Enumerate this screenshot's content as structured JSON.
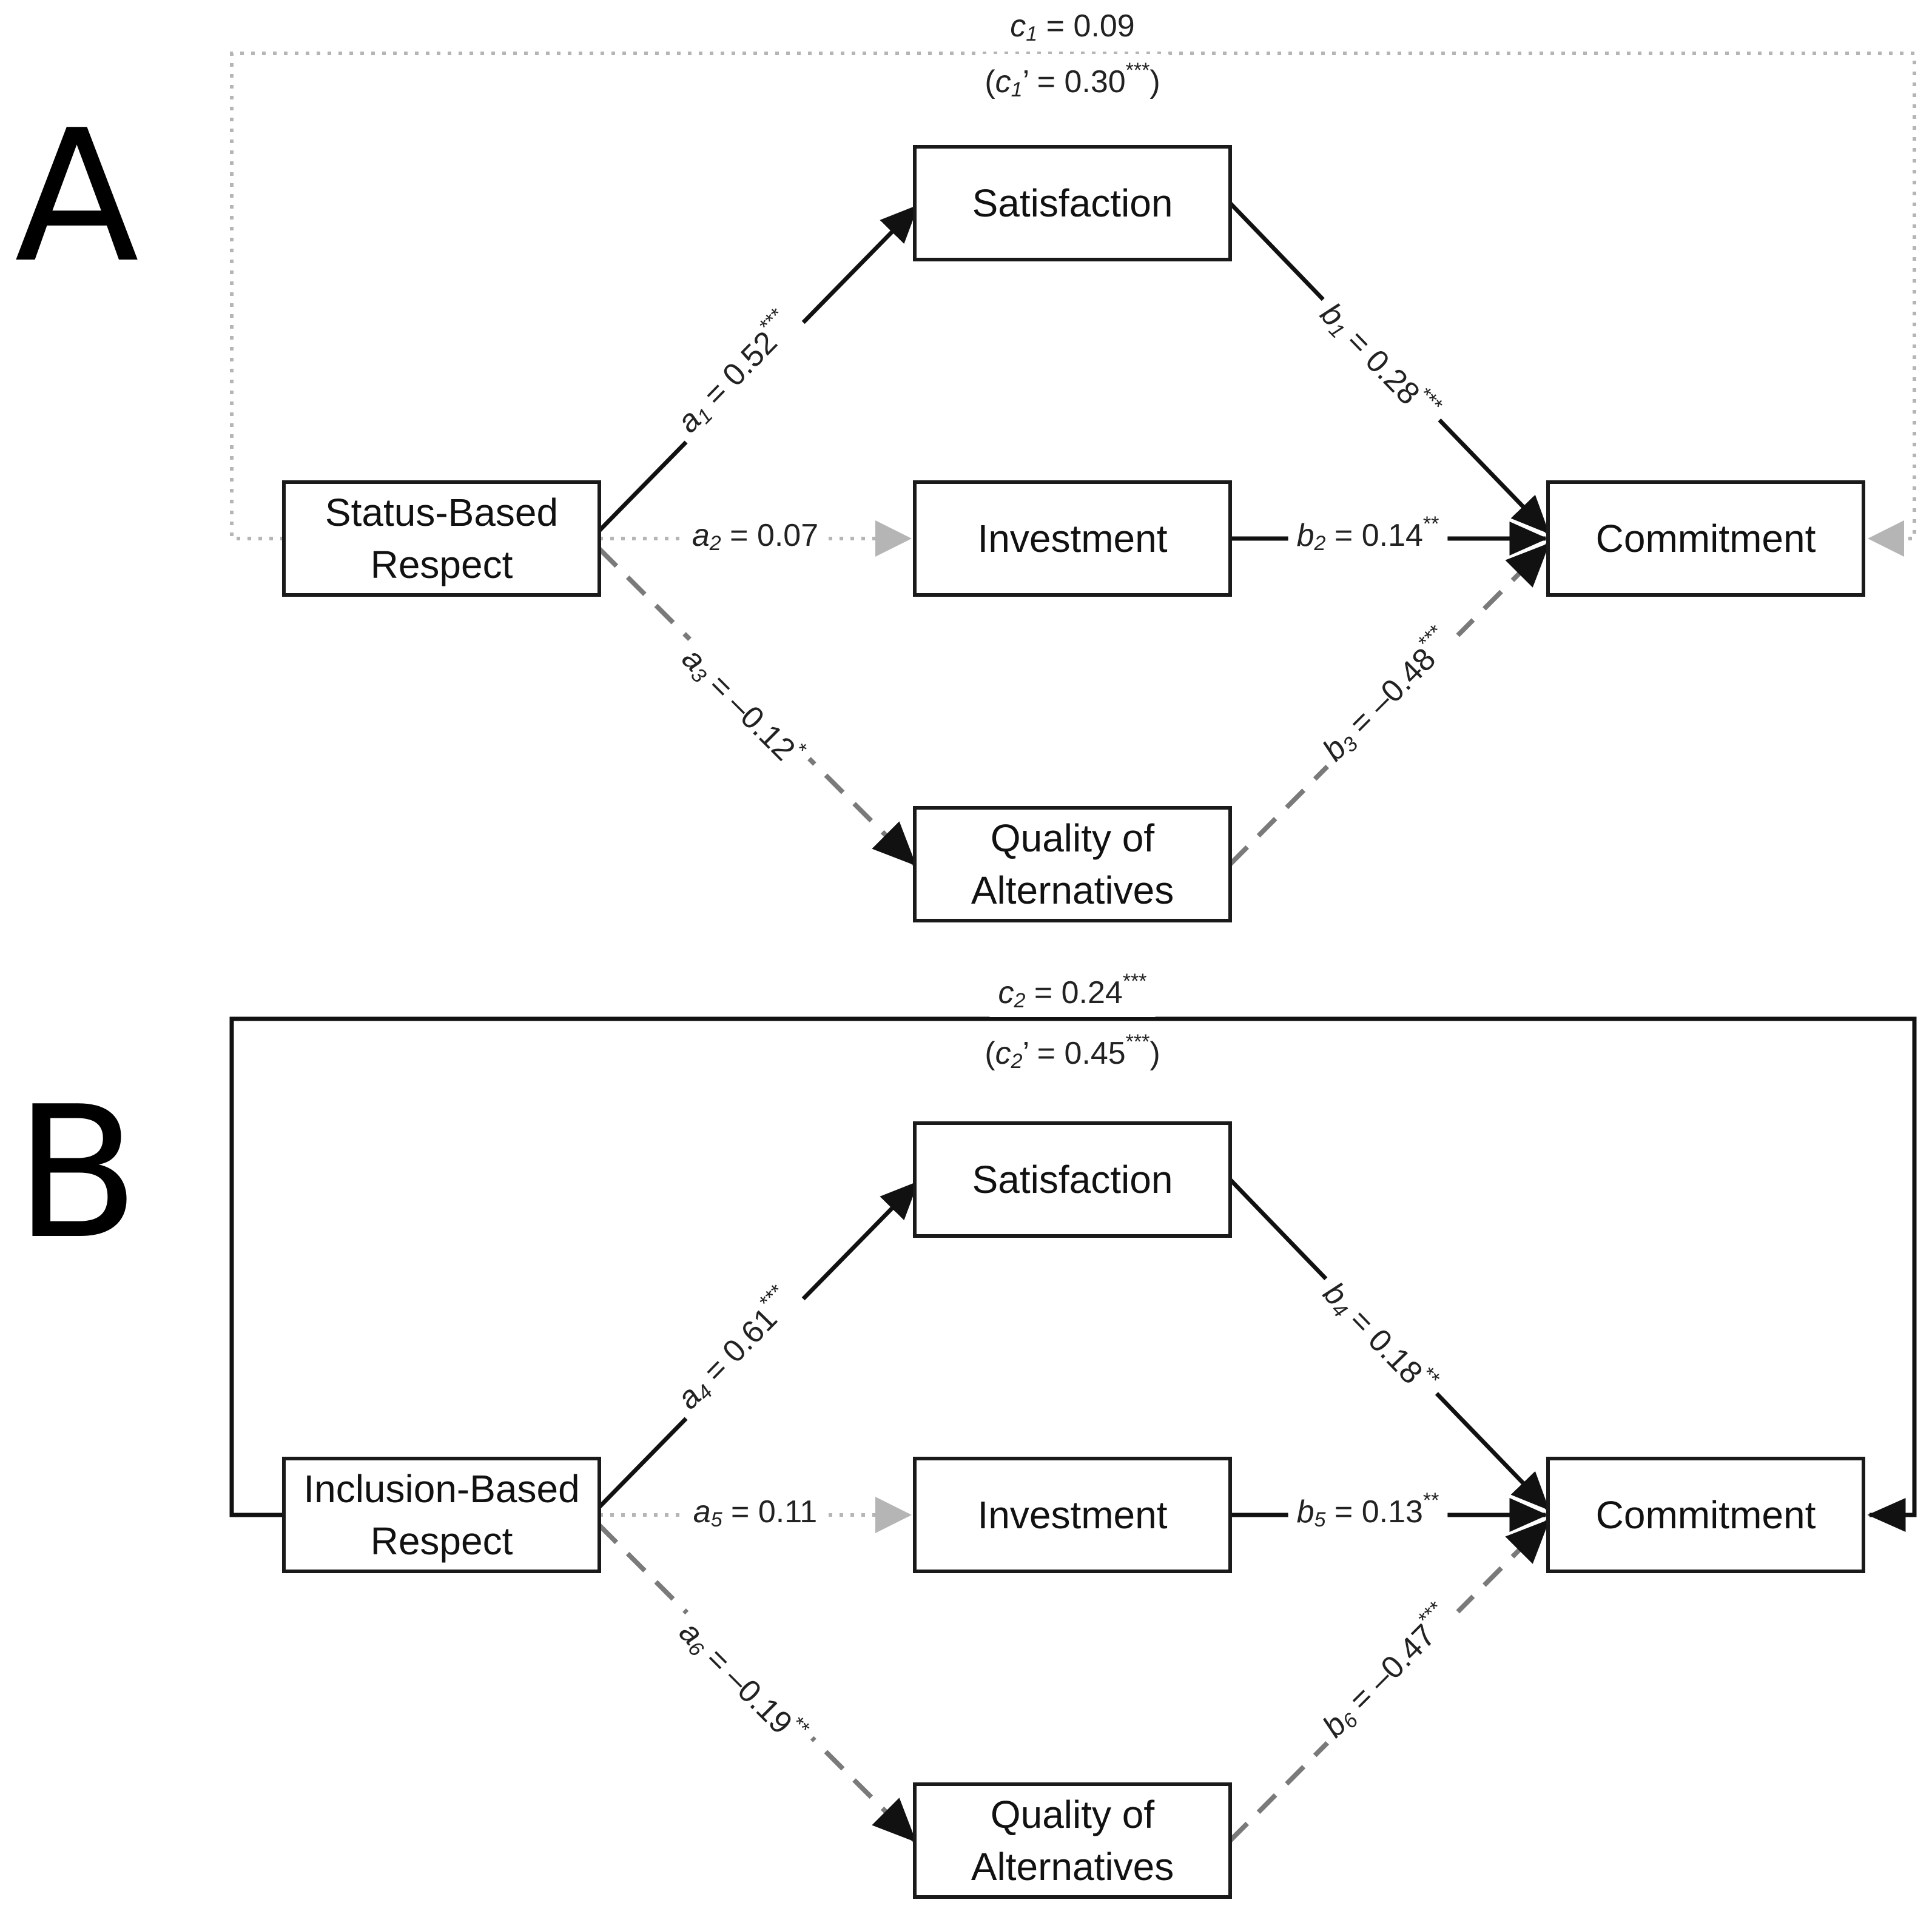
{
  "panels": {
    "A": {
      "letter": "A",
      "nodes": {
        "predictor": [
          "Status-Based",
          "Respect"
        ],
        "satisfaction": [
          "Satisfaction"
        ],
        "investment": [
          "Investment"
        ],
        "alternatives": [
          "Quality of",
          "Alternatives"
        ],
        "commitment": [
          "Commitment"
        ]
      },
      "paths": {
        "a_top": {
          "var": "a",
          "sub": "1",
          "op": " = ",
          "val": "0.52",
          "stars": "***"
        },
        "a_mid": {
          "var": "a",
          "sub": "2",
          "op": " = ",
          "val": "0.07",
          "stars": ""
        },
        "a_bot": {
          "var": "a",
          "sub": "3",
          "op": " = ",
          "val": "–0.12",
          "stars": "*"
        },
        "b_top": {
          "var": "b",
          "sub": "1",
          "op": " = ",
          "val": "0.28",
          "stars": "***"
        },
        "b_mid": {
          "var": "b",
          "sub": "2",
          "op": " = ",
          "val": "0.14",
          "stars": "**"
        },
        "b_bot": {
          "var": "b",
          "sub": "3",
          "op": " = ",
          "val": "–0.48",
          "stars": "***"
        },
        "c": {
          "var": "c",
          "sub": "1",
          "op": " = ",
          "val": "0.09",
          "stars": ""
        },
        "c_prime": {
          "open": "(",
          "var": "c",
          "sub": "1",
          "prime": "’",
          "op": " = ",
          "val": "0.30",
          "stars": "***",
          "close": ")"
        }
      },
      "styles": {
        "a_top": "solid",
        "a_mid": "dotted",
        "a_bot": "dashed",
        "b_top": "solid",
        "b_mid": "solid",
        "b_bot": "dashed",
        "c": "dotted"
      }
    },
    "B": {
      "letter": "B",
      "nodes": {
        "predictor": [
          "Inclusion-Based",
          "Respect"
        ],
        "satisfaction": [
          "Satisfaction"
        ],
        "investment": [
          "Investment"
        ],
        "alternatives": [
          "Quality of",
          "Alternatives"
        ],
        "commitment": [
          "Commitment"
        ]
      },
      "paths": {
        "a_top": {
          "var": "a",
          "sub": "4",
          "op": " = ",
          "val": "0.61",
          "stars": "***"
        },
        "a_mid": {
          "var": "a",
          "sub": "5",
          "op": " = ",
          "val": "0.11",
          "stars": ""
        },
        "a_bot": {
          "var": "a",
          "sub": "6",
          "op": " = ",
          "val": "–0.19",
          "stars": "**"
        },
        "b_top": {
          "var": "b",
          "sub": "4",
          "op": " = ",
          "val": "0.18",
          "stars": "**"
        },
        "b_mid": {
          "var": "b",
          "sub": "5",
          "op": " = ",
          "val": "0.13",
          "stars": "**"
        },
        "b_bot": {
          "var": "b",
          "sub": "6",
          "op": " = ",
          "val": "–0.47",
          "stars": "***"
        },
        "c": {
          "var": "c",
          "sub": "2",
          "op": " = ",
          "val": "0.24",
          "stars": "***"
        },
        "c_prime": {
          "open": "(",
          "var": "c",
          "sub": "2",
          "prime": "’",
          "op": " = ",
          "val": "0.45",
          "stars": "***",
          "close": ")"
        }
      },
      "styles": {
        "a_top": "solid",
        "a_mid": "dotted",
        "a_bot": "dashed",
        "b_top": "solid",
        "b_mid": "solid",
        "b_bot": "dashed",
        "c": "solid"
      }
    }
  },
  "colors": {
    "solid": "#111111",
    "dashed": "#7a7a7a",
    "dotted": "#b5b5b5"
  }
}
